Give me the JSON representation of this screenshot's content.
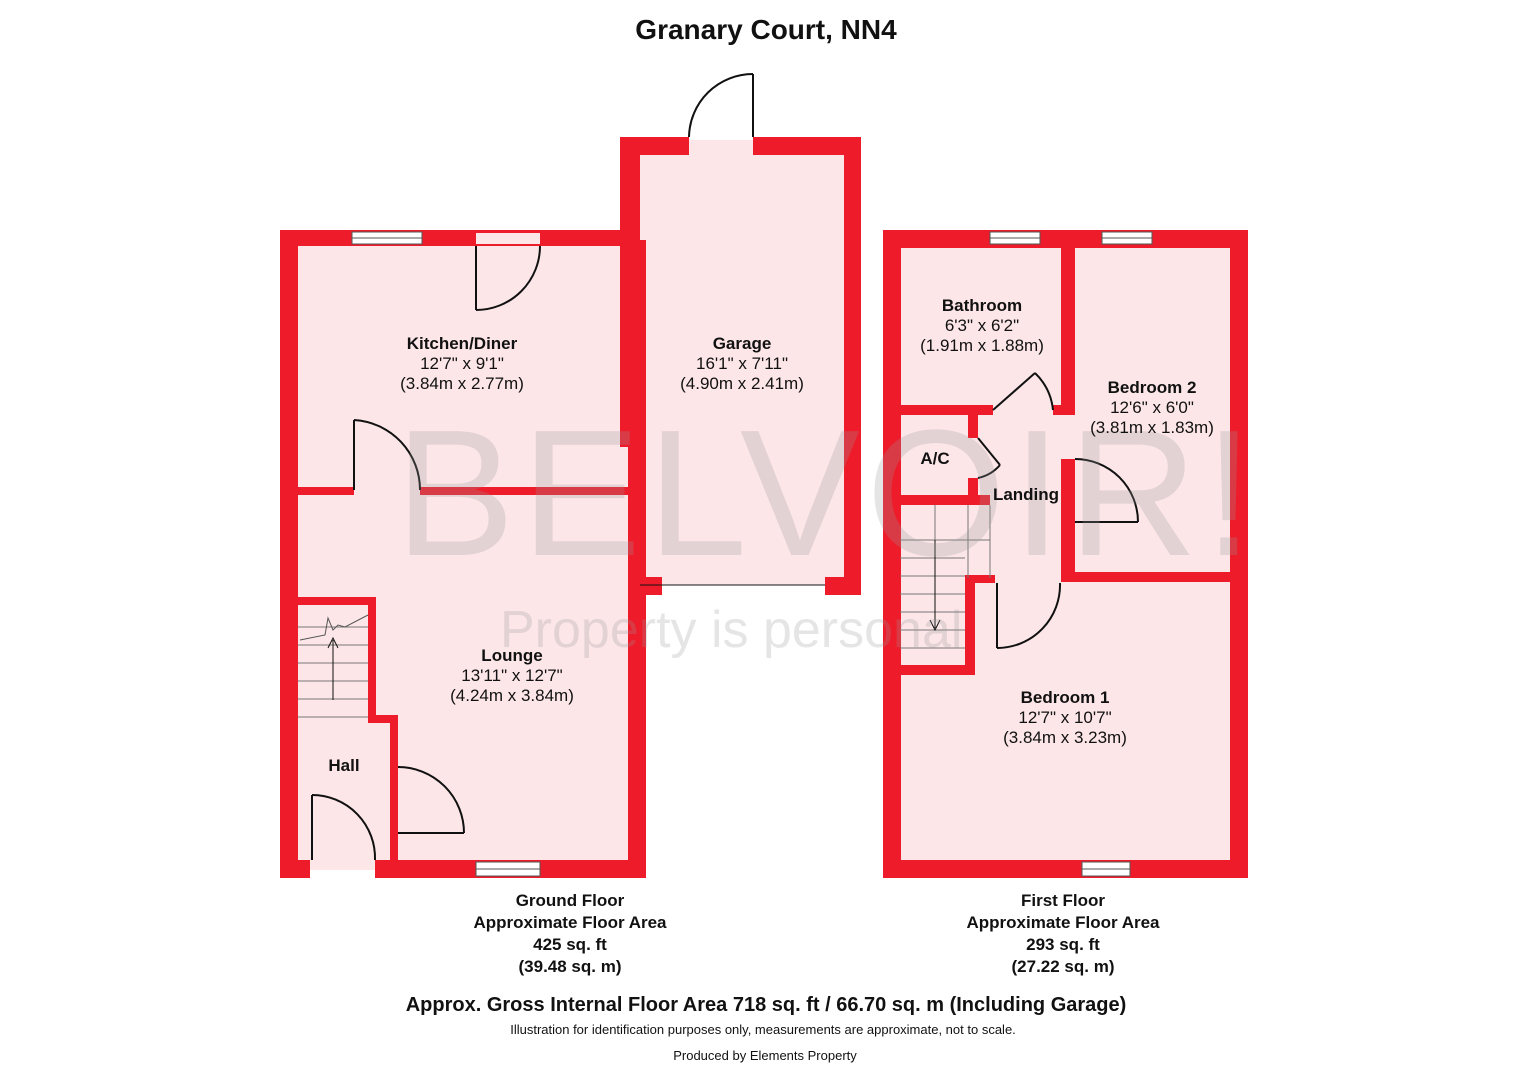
{
  "title": "Granary Court, NN4",
  "colors": {
    "wall": "#ee1c2a",
    "floor": "#fce6e8",
    "window": "#ffffff"
  },
  "watermark": {
    "brand": "BELVOIR!",
    "tagline": "Property is personal"
  },
  "rooms": {
    "kitchen": {
      "name": "Kitchen/Diner",
      "imperial": "12'7\" x 9'1\"",
      "metric": "(3.84m x 2.77m)"
    },
    "garage": {
      "name": "Garage",
      "imperial": "16'1\" x 7'11\"",
      "metric": "(4.90m x 2.41m)"
    },
    "lounge": {
      "name": "Lounge",
      "imperial": "13'11\" x 12'7\"",
      "metric": "(4.24m x 3.84m)"
    },
    "hall": {
      "name": "Hall"
    },
    "bathroom": {
      "name": "Bathroom",
      "imperial": "6'3\" x 6'2\"",
      "metric": "(1.91m x 1.88m)"
    },
    "bedroom2": {
      "name": "Bedroom 2",
      "imperial": "12'6\" x 6'0\"",
      "metric": "(3.81m x 1.83m)"
    },
    "ac": {
      "name": "A/C"
    },
    "landing": {
      "name": "Landing"
    },
    "bedroom1": {
      "name": "Bedroom 1",
      "imperial": "12'7\" x 10'7\"",
      "metric": "(3.84m x 3.23m)"
    }
  },
  "floors": {
    "ground": {
      "name": "Ground Floor",
      "area_label": "Approximate Floor Area",
      "sqft": "425 sq. ft",
      "sqm": "(39.48 sq. m)"
    },
    "first": {
      "name": "First Floor",
      "area_label": "Approximate Floor Area",
      "sqft": "293 sq. ft",
      "sqm": "(27.22 sq. m)"
    }
  },
  "gross_area": "Approx. Gross Internal Floor Area 718 sq. ft / 66.70 sq. m (Including Garage)",
  "disclaimer": "Illustration for identification purposes only, measurements are approximate, not to scale.",
  "produced_by": "Produced by Elements Property"
}
